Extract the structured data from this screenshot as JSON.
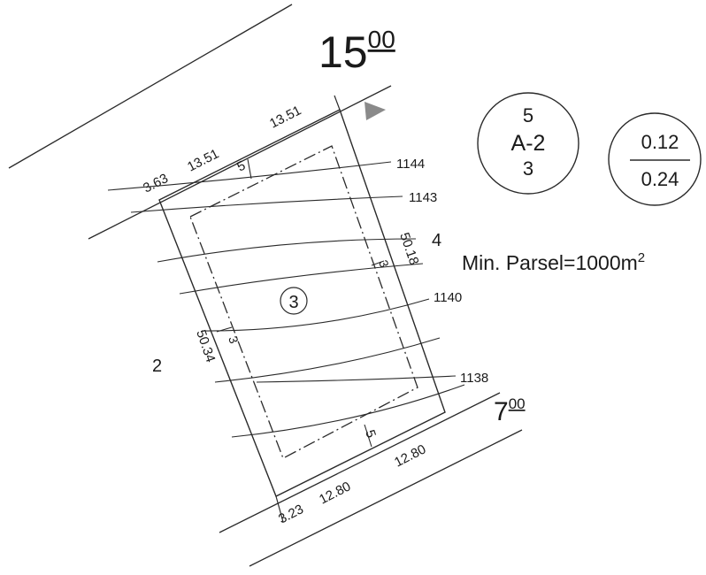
{
  "road_widths": {
    "main": {
      "base": "15",
      "sup": "00"
    },
    "side": {
      "base": "7",
      "sup": "00"
    }
  },
  "zoning": {
    "setback_top": "5",
    "code": "A-2",
    "setback_bottom": "3",
    "ratio_top": "0.12",
    "ratio_bottom": "0.24"
  },
  "min_parcel": {
    "text": "Min. Parsel=1000m",
    "sup": "2"
  },
  "parcel_number": "3",
  "block_numbers": {
    "left": "2",
    "right": "4"
  },
  "dimensions": {
    "top_segment_1": "3.63",
    "top_segment_2": "13.51",
    "top_segment_3": "13.51",
    "bottom_segment_1": "3.23",
    "bottom_segment_2": "12.80",
    "bottom_segment_3": "12.80",
    "left_side": "50.34",
    "right_side": "50.18",
    "setback_front": "5",
    "setback_back": "5",
    "setback_left": "3",
    "setback_right": "3"
  },
  "contours": {
    "c1144": "1144",
    "c1143": "1143",
    "c1140": "1140",
    "c1138": "1138"
  },
  "colors": {
    "line": "#2a2a2a",
    "text": "#1a1a1a",
    "north_arrow": "#8a8a8a"
  }
}
